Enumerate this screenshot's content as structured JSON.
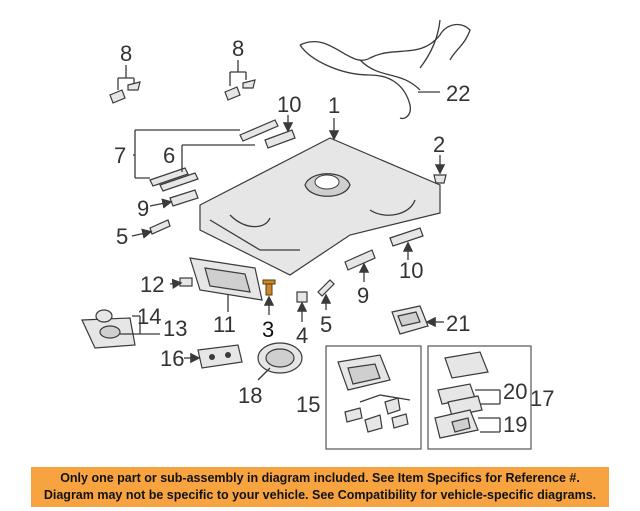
{
  "callouts": {
    "c1": "1",
    "c2": "2",
    "c3": "3",
    "c5a": "5",
    "c5b": "5",
    "c4": "4",
    "c6": "6",
    "c7": "7",
    "c8a": "8",
    "c8b": "8",
    "c9a": "9",
    "c9b": "9",
    "c10a": "10",
    "c10b": "10",
    "c11": "11",
    "c12": "12",
    "c13": "13",
    "c14": "14",
    "c15": "15",
    "c16": "16",
    "c17": "17",
    "c18": "18",
    "c19": "19",
    "c20": "20",
    "c21": "21",
    "c22": "22"
  },
  "highlighted_part": "3",
  "banner": {
    "line1": "Only one part or sub-assembly in diagram included. See Item Specifics for Reference #.",
    "line2": "Diagram may not be specific to your vehicle. See Compatibility for vehicle-specific diagrams.",
    "color": "#f7a440"
  }
}
